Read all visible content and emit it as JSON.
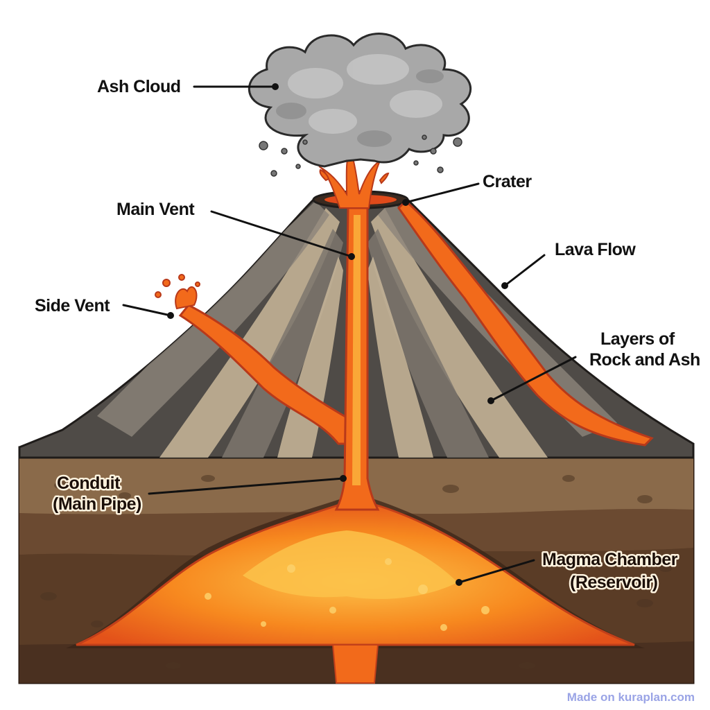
{
  "labels": {
    "ash_cloud": "Ash Cloud",
    "crater": "Crater",
    "main_vent": "Main Vent",
    "lava_flow": "Lava Flow",
    "side_vent": "Side Vent",
    "layers_line1": "Layers of",
    "layers_line2": "Rock and Ash",
    "conduit_line1": "Conduit",
    "conduit_line2": "(Main Pipe)",
    "magma_line1": "Magma Chamber",
    "magma_line2": "(Reservoir)"
  },
  "watermark": "Made on kuraplan.com",
  "colors": {
    "lava": "#f26a1b",
    "lava_bright": "#fbb13c",
    "ground": "#6b4a31",
    "ash": "#a8a8a8",
    "rock_light": "#c9b79a",
    "rock_dark": "#5a5550"
  }
}
